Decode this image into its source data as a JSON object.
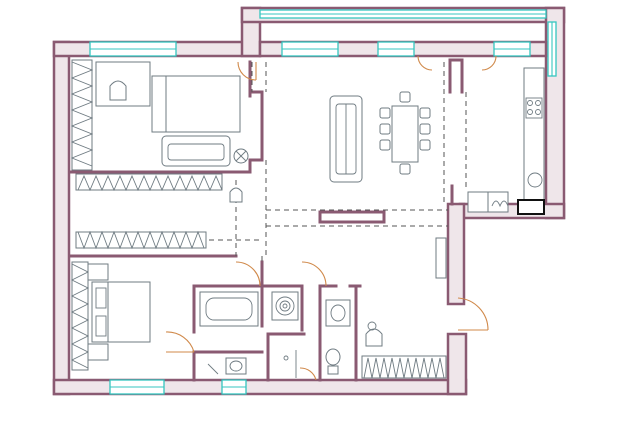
{
  "plan": {
    "wall_color": "#8a5a72",
    "wall_fill": "#efe6ea",
    "window_color": "#34c6c0",
    "door_color": "#d0894a",
    "furniture_color": "#6f7b82",
    "dash_color": "#555555"
  },
  "rooms": [
    {
      "id": "bedroom-study",
      "furniture": [
        "bed",
        "armchair",
        "sofa",
        "round-table",
        "wardrobe"
      ]
    },
    {
      "id": "living-dining",
      "furniture": [
        "sofa",
        "dining-table",
        "chairs"
      ]
    },
    {
      "id": "kitchen",
      "furniture": [
        "cooktop",
        "sink",
        "counter",
        "appliances"
      ]
    },
    {
      "id": "walk-in-closet",
      "furniture": [
        "wardrobe-rail",
        "chair"
      ]
    },
    {
      "id": "master-bedroom",
      "furniture": [
        "bed",
        "nightstands",
        "desk",
        "chair"
      ]
    },
    {
      "id": "bathroom",
      "furniture": [
        "bathtub",
        "sink",
        "toilet"
      ]
    },
    {
      "id": "laundry",
      "furniture": [
        "washing-machine"
      ]
    },
    {
      "id": "wc",
      "furniture": [
        "sink",
        "toilet",
        "shower"
      ]
    },
    {
      "id": "hall",
      "furniture": [
        "wardrobe",
        "armchair"
      ]
    }
  ]
}
